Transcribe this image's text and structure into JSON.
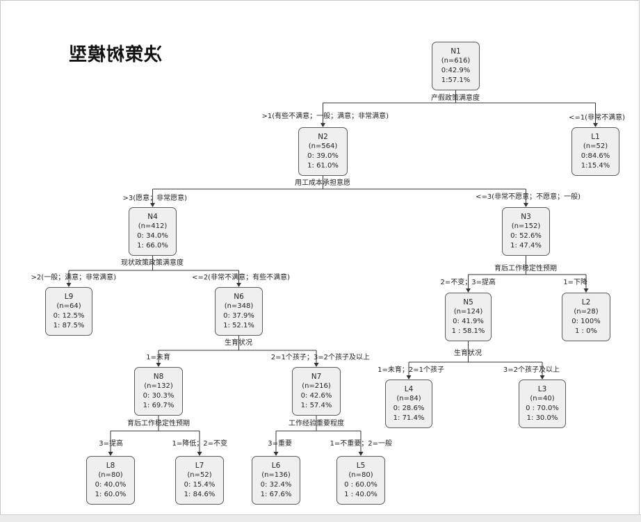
{
  "title": "决策树模型",
  "nodes": {
    "n1": {
      "id": "N1",
      "n": "(n=616)",
      "p0": "0:42.9%",
      "p1": "1:57.1%"
    },
    "l1": {
      "id": "L1",
      "n": "(n=52)",
      "p0": "0:84.6%",
      "p1": "1:15.4%"
    },
    "n2": {
      "id": "N2",
      "n": "(n=564)",
      "p0": "0:  39.0%",
      "p1": "1:  61.0%"
    },
    "n4": {
      "id": "N4",
      "n": "(n=412)",
      "p0": "0:  34.0%",
      "p1": "1:  66.0%"
    },
    "n3": {
      "id": "N3",
      "n": "(n=152)",
      "p0": "0:  52.6%",
      "p1": "1:  47.4%"
    },
    "l9": {
      "id": "L9",
      "n": "(n=64)",
      "p0": "0:  12.5%",
      "p1": "1:  87.5%"
    },
    "n6": {
      "id": "N6",
      "n": "(n=348)",
      "p0": "0:  37.9%",
      "p1": "1:  52.1%"
    },
    "n5": {
      "id": "N5",
      "n": "(n=124)",
      "p0": "0:  41.9%",
      "p1": "1 :  58.1%"
    },
    "l2": {
      "id": "L2",
      "n": "(n=28)",
      "p0": "0:  100%",
      "p1": "1 :  0%"
    },
    "n8": {
      "id": "N8",
      "n": "(n=132)",
      "p0": "0:  30.3%",
      "p1": "1:  69.7%"
    },
    "n7": {
      "id": "N7",
      "n": "(n=216)",
      "p0": "0:  42.6%",
      "p1": "1:  57.4%"
    },
    "l4": {
      "id": "L4",
      "n": "(n=84)",
      "p0": "0:  28.6%",
      "p1": "1:  71.4%"
    },
    "l3": {
      "id": "L3",
      "n": "(n=40)",
      "p0": "0 :  70.0%",
      "p1": "1:  30.0%"
    },
    "l8": {
      "id": "L8",
      "n": "(n=80)",
      "p0": "0:  40.0%",
      "p1": "1:  60.0%"
    },
    "l7": {
      "id": "L7",
      "n": "(n=52)",
      "p0": "0:  15.4%",
      "p1": "1:  84.6%"
    },
    "l6": {
      "id": "L6",
      "n": "(n=136)",
      "p0": "0:  32.4%",
      "p1": "1:  67.6%"
    },
    "l5": {
      "id": "L5",
      "n": "(n=80)",
      "p0": "0 :  60.0%",
      "p1": "1 :  40.0%"
    }
  },
  "splits": {
    "n1": "产假政策满意度",
    "n2": "用工成本承担意愿",
    "n4": "现状政策政策满意度",
    "n3": "育后工作稳定性预期",
    "n6": "生育状况",
    "n5": "生育状况",
    "n8": "育后工作稳定性预期",
    "n7": "工作经验重要程度"
  },
  "edge_labels": {
    "n1_l1": "<=1(非常不满意)",
    "n1_n2": ">1(有些不满意；一般；满意；非常满意)",
    "n2_n3": "<=3(非常不愿意；不愿意；一般)",
    "n2_n4": ">3(愿意；非常愿意)",
    "n4_n6": "<=2(非常不满意；有些不满意)",
    "n4_l9": ">2(一般；满意；非常满意)",
    "n3_l2": "1=下降",
    "n3_n5": "2=不变；3=提高",
    "n6_n7": "2=1个孩子；3=2个孩子及以上",
    "n6_n8": "1=未育",
    "n5_l3": "3=2个孩子及以上",
    "n5_l4": "1=未育；2=1个孩子",
    "n8_l7": "1=降低；2=不变",
    "n8_l8": "3=提高",
    "n7_l5": "1=不重要；2=一般",
    "n7_l6": "3=重要"
  }
}
